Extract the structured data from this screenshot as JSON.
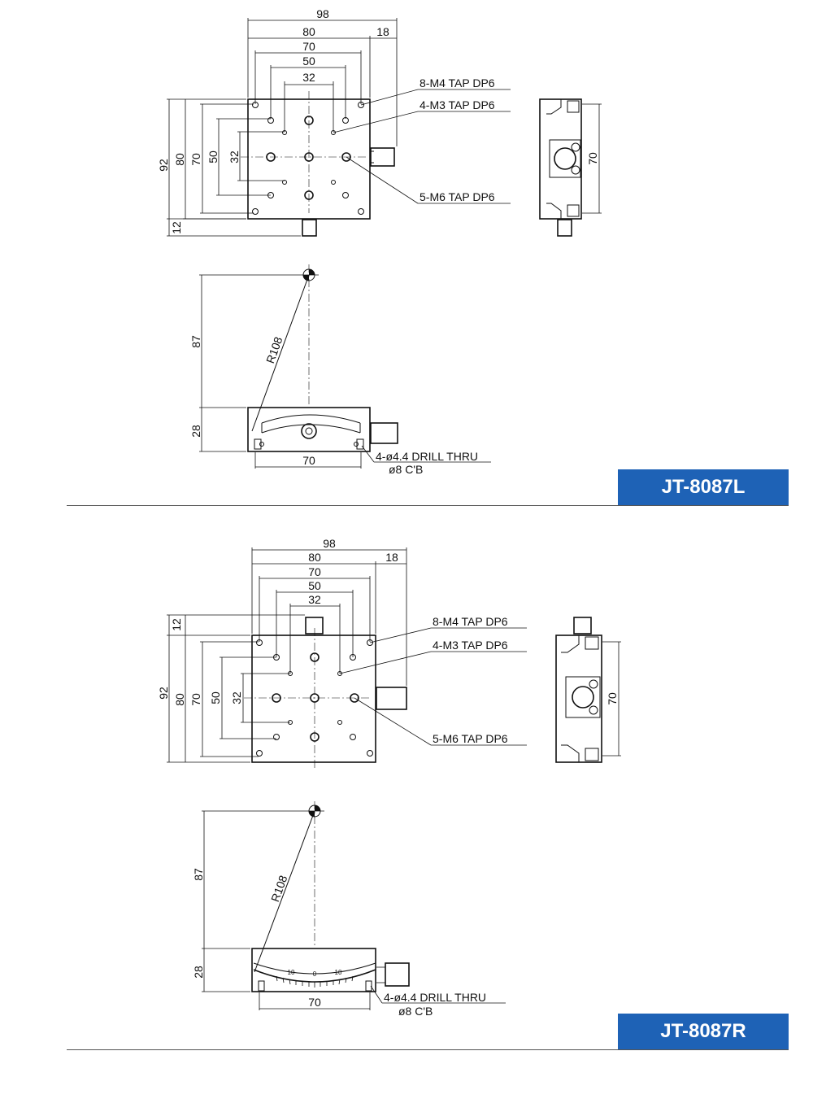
{
  "sections": [
    {
      "model": "JT-8087L",
      "top_view": {
        "width_labels": [
          "98",
          "80",
          "18",
          "70",
          "50",
          "32"
        ],
        "height_labels": [
          "92",
          "80",
          "70",
          "50",
          "32",
          "12"
        ],
        "callouts": [
          "8-M4 TAP DP6",
          "4-M3 TAP DP6",
          "5-M6 TAP DP6"
        ]
      },
      "side_view": {
        "height_label": "70"
      },
      "front_view": {
        "radius_label": "R108",
        "height_label": "87",
        "body_label": "28",
        "base_label": "70",
        "drill_note": "4-ø4.4 DRILL THRU",
        "counterbore_note": "ø8 C'B"
      }
    },
    {
      "model": "JT-8087R",
      "top_view": {
        "width_labels": [
          "98",
          "80",
          "18",
          "70",
          "50",
          "32"
        ],
        "height_labels": [
          "92",
          "80",
          "70",
          "50",
          "32",
          "12"
        ],
        "callouts": [
          "8-M4 TAP DP6",
          "4-M3 TAP DP6",
          "5-M6 TAP DP6"
        ]
      },
      "side_view": {
        "height_label": "70"
      },
      "front_view": {
        "radius_label": "R108",
        "height_label": "87",
        "body_label": "28",
        "base_label": "70",
        "drill_note": "4-ø4.4 DRILL THRU",
        "counterbore_note": "ø8 C'B",
        "scale_labels": [
          "10",
          "0",
          "10"
        ]
      }
    }
  ]
}
